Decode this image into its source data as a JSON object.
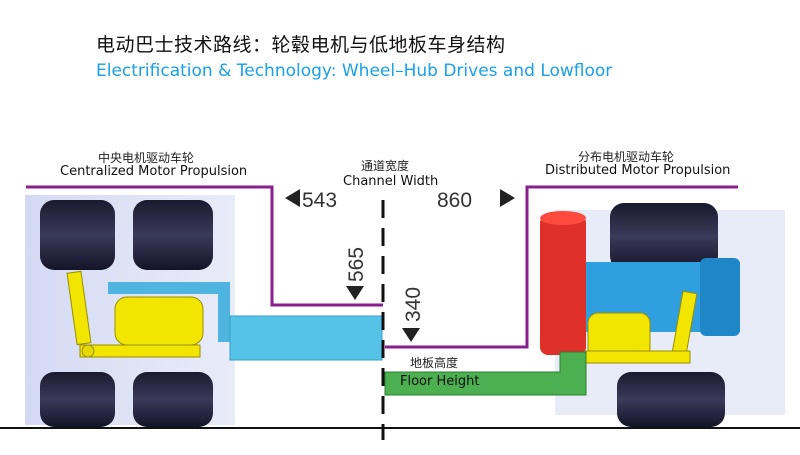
{
  "title": {
    "chinese": "电动巴士技术路线：轮毂电机与低地板车身结构",
    "english": "Electrification & Technology: Wheel–Hub Drives and Lowfloor"
  },
  "left_label": {
    "chinese": "中央电机驱动车轮",
    "english": "Centralized  Motor Propulsion"
  },
  "channel_label": {
    "chinese": "通道宽度",
    "english": "Channel Width"
  },
  "right_label": {
    "chinese": "分布电机驱动车轮",
    "english": "Distributed Motor Propulsion"
  },
  "floor_label": {
    "chinese": "地板高度",
    "english": "Floor Height"
  },
  "dimensions": {
    "channel_left": "543",
    "channel_right": "860",
    "floor_left": "565",
    "floor_right": "340"
  },
  "colors": {
    "outline_purple": "#8a1f8f",
    "title_blue": "#1aa0e6",
    "motor_yellow": "#f2e600",
    "axle_cyan": "#55c3e8",
    "floor_green": "#4caf50",
    "hub_red": "#e0302a"
  }
}
